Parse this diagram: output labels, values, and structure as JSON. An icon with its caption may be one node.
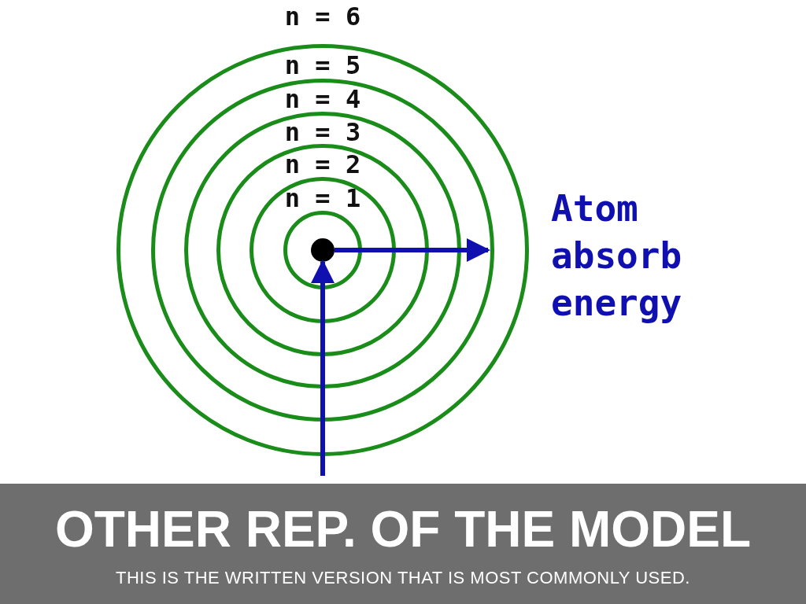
{
  "diagram": {
    "title": "OTHER REP. OF THE MODEL",
    "caption": "THIS IS THE WRITTEN VERSION THAT IS MOST COMMONLY USED.",
    "nodes": [
      {
        "text": [
          "n = 6"
        ]
      },
      {
        "text": [
          "n = 5"
        ],
        "in": 0
      },
      {
        "text": [
          "n = 4"
        ],
        "in": 1
      },
      {
        "text": [
          "n = 3"
        ],
        "in": 2
      },
      {
        "text": [
          "n = 2"
        ],
        "in": 3
      },
      {
        "text": [
          "n = 1"
        ],
        "in": 4
      },
      {
        "text": [],
        "shape": "circle",
        "in": 5
      }
    ],
    "edges": [
      {
        "from": null,
        "to": 6,
        "arrow": "to"
      },
      {
        "from": 6,
        "to": null,
        "arrow": "to"
      }
    ],
    "labels": [
      "Atom absorb energy"
    ]
  }
}
